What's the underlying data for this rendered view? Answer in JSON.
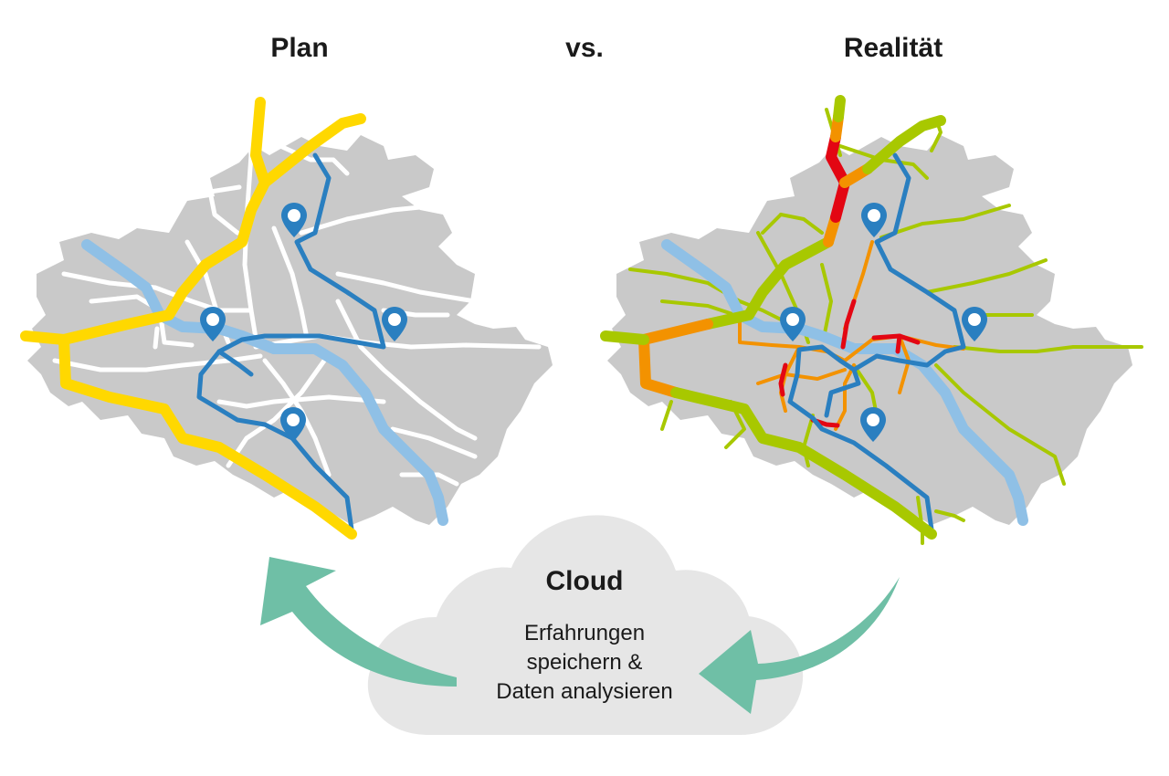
{
  "titles": {
    "plan": "Plan",
    "vs": "vs.",
    "reality": "Realität"
  },
  "cloud": {
    "title": "Cloud",
    "lines": [
      "Erfahrungen",
      "speichern &",
      "Daten analysieren"
    ]
  },
  "colors": {
    "land": "#c9c9c9",
    "river": "#8fc0e6",
    "route_blue": "#2a7fc0",
    "plan_highway": "#ffd800",
    "flow_free": "#a8c800",
    "flow_slow": "#f39200",
    "flow_jam": "#e30613",
    "arrow": "#6fbfa6",
    "cloud": "#e6e6e6"
  }
}
